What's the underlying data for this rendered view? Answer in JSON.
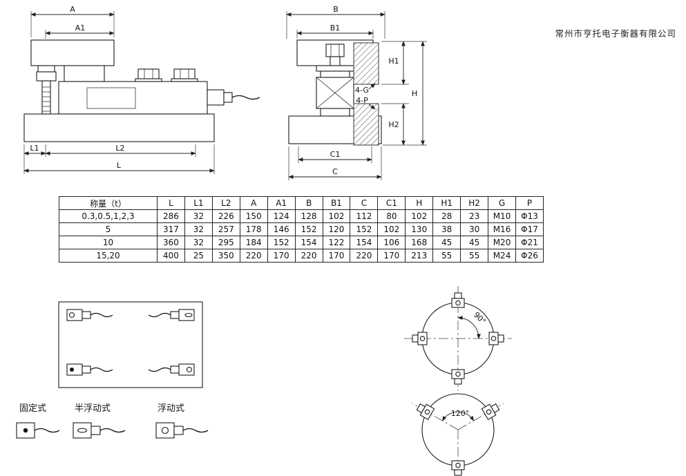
{
  "company": "常州市亨托电子衡器有限公司",
  "dims": {
    "A": "A",
    "A1": "A1",
    "L": "L",
    "L1": "L1",
    "L2": "L2",
    "B": "B",
    "B1": "B1",
    "C": "C",
    "C1": "C1",
    "H": "H",
    "H1": "H1",
    "H2": "H2",
    "G4": "4-G",
    "P4": "4-P",
    "angle90": "90°",
    "angle120": "120°"
  },
  "table": {
    "headers": [
      "称量（t）",
      "L",
      "L1",
      "L2",
      "A",
      "A1",
      "B",
      "B1",
      "C",
      "C1",
      "H",
      "H1",
      "H2",
      "G",
      "P"
    ],
    "rows": [
      [
        "0.3,0.5,1,2,3",
        "286",
        "32",
        "226",
        "150",
        "124",
        "128",
        "102",
        "112",
        "80",
        "102",
        "28",
        "23",
        "M10",
        "Φ13"
      ],
      [
        "5",
        "317",
        "32",
        "257",
        "178",
        "146",
        "152",
        "120",
        "152",
        "102",
        "130",
        "38",
        "30",
        "M16",
        "Φ17"
      ],
      [
        "10",
        "360",
        "32",
        "295",
        "184",
        "152",
        "154",
        "122",
        "154",
        "106",
        "168",
        "45",
        "45",
        "M20",
        "Φ21"
      ],
      [
        "15,20",
        "400",
        "25",
        "350",
        "220",
        "170",
        "220",
        "170",
        "220",
        "170",
        "213",
        "55",
        "55",
        "M24",
        "Φ26"
      ]
    ]
  },
  "mount_types": [
    {
      "label": "固定式"
    },
    {
      "label": "半浮动式"
    },
    {
      "label": "浮动式"
    }
  ]
}
